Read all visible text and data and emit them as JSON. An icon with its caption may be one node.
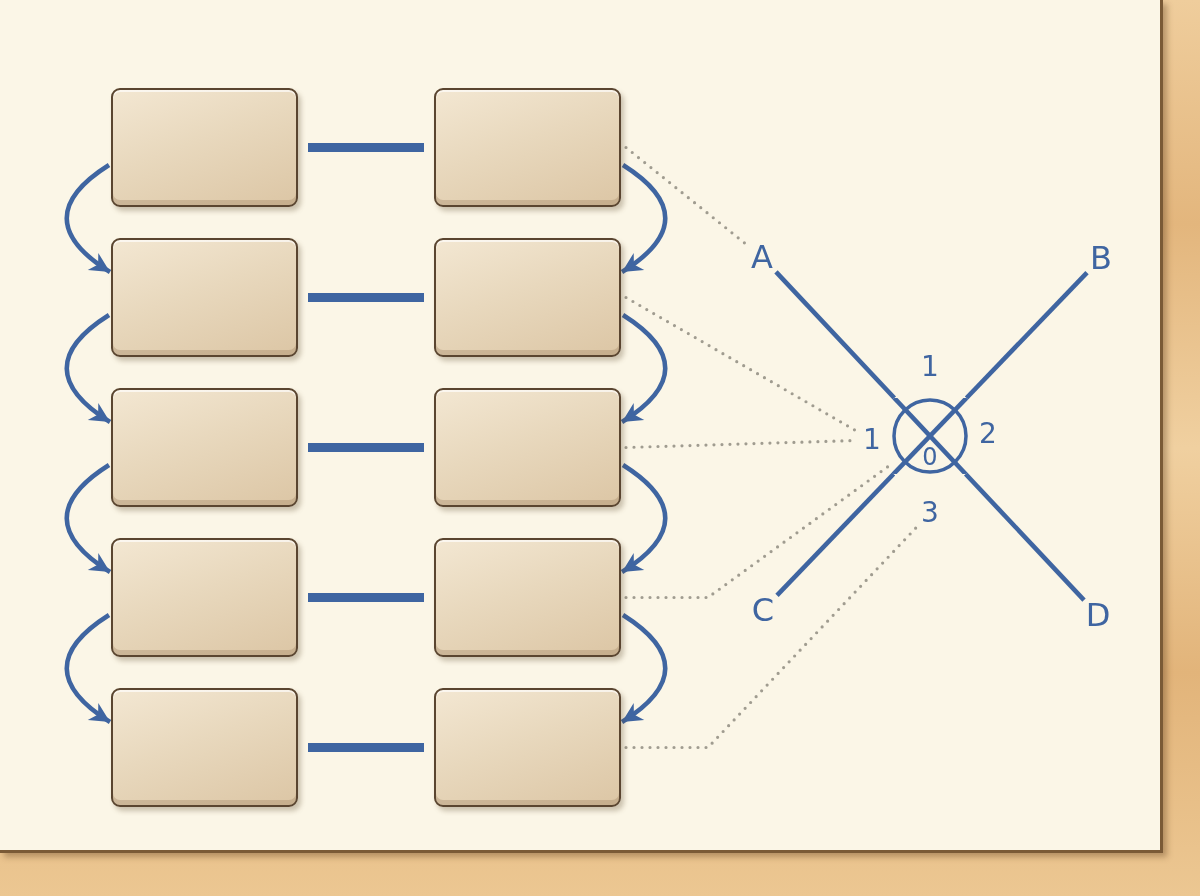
{
  "diagram": {
    "nodes": [
      {
        "text": [],
        "shape": "box"
      },
      {
        "text": [],
        "shape": "box"
      },
      {
        "text": [],
        "shape": "box"
      },
      {
        "text": [],
        "shape": "box"
      },
      {
        "text": [],
        "shape": "box"
      },
      {
        "text": [],
        "shape": "box"
      },
      {
        "text": [],
        "shape": "box"
      },
      {
        "text": [],
        "shape": "box"
      },
      {
        "text": [],
        "shape": "box"
      },
      {
        "text": [],
        "shape": "box"
      },
      {
        "text": [
          "A"
        ]
      },
      {
        "text": [
          "B"
        ]
      },
      {
        "text": [
          "1"
        ]
      },
      {
        "text": [
          "0"
        ],
        "beside": [
          "1",
          "2"
        ]
      },
      {
        "text": [
          "3"
        ]
      },
      {
        "text": [
          "C"
        ]
      },
      {
        "text": [
          "D"
        ]
      }
    ],
    "edges": [
      {
        "from": 0,
        "to": 1,
        "arrow": "none",
        "style": "thick"
      },
      {
        "from": 2,
        "to": 3,
        "arrow": "none",
        "style": "thick"
      },
      {
        "from": 4,
        "to": 5,
        "arrow": "none",
        "style": "thick"
      },
      {
        "from": 6,
        "to": 7,
        "arrow": "none",
        "style": "thick"
      },
      {
        "from": 8,
        "to": 9,
        "arrow": "none",
        "style": "thick"
      },
      {
        "from": 0,
        "to": 2,
        "arrow": "to"
      },
      {
        "from": 2,
        "to": 4,
        "arrow": "to"
      },
      {
        "from": 4,
        "to": 6,
        "arrow": "to"
      },
      {
        "from": 6,
        "to": 8,
        "arrow": "to"
      },
      {
        "from": 1,
        "to": 3,
        "arrow": "to"
      },
      {
        "from": 3,
        "to": 5,
        "arrow": "to"
      },
      {
        "from": 5,
        "to": 7,
        "arrow": "to"
      },
      {
        "from": 7,
        "to": 9,
        "arrow": "to"
      },
      {
        "from": 1,
        "to": 10,
        "arrow": "none",
        "style": "dashed",
        "color": "#a09c90"
      },
      {
        "from": 3,
        "to": 12,
        "arrow": "none",
        "style": "dashed",
        "color": "#a09c90"
      },
      {
        "from": 5,
        "to": 12,
        "arrow": "none",
        "style": "dashed",
        "color": "#a09c90"
      },
      {
        "from": 7,
        "to": 13,
        "arrow": "none",
        "style": "dashed",
        "color": "#a09c90"
      },
      {
        "from": 9,
        "to": 14,
        "arrow": "none",
        "style": "dashed",
        "color": "#a09c90"
      },
      {
        "from": 10,
        "to": 13,
        "arrow": "none"
      },
      {
        "from": 13,
        "to": 16,
        "arrow": "none"
      },
      {
        "from": 15,
        "to": 13,
        "arrow": "none"
      },
      {
        "from": 13,
        "to": 11,
        "arrow": "none"
      }
    ]
  }
}
